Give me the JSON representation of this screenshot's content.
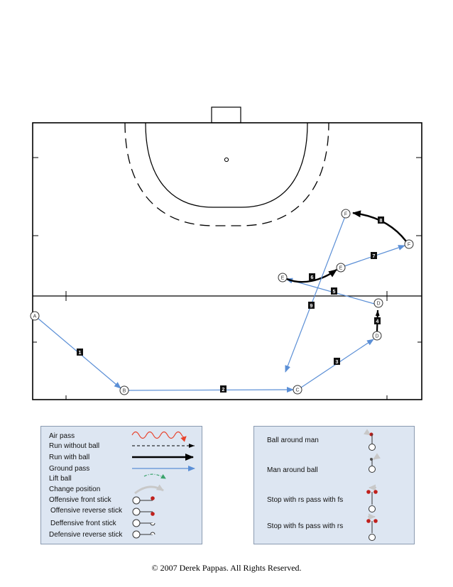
{
  "players": [
    {
      "id": "A1",
      "label": "A"
    },
    {
      "id": "B1",
      "label": "B"
    },
    {
      "id": "C1",
      "label": "C"
    },
    {
      "id": "D1",
      "label": "D"
    },
    {
      "id": "D2",
      "label": "D"
    },
    {
      "id": "E1",
      "label": "E"
    },
    {
      "id": "E2",
      "label": "E"
    },
    {
      "id": "F1",
      "label": "F"
    },
    {
      "id": "F2",
      "label": "F"
    }
  ],
  "moves": [
    {
      "step": "1",
      "type": "ground pass"
    },
    {
      "step": "2",
      "type": "ground pass"
    },
    {
      "step": "3",
      "type": "ground pass"
    },
    {
      "step": "4",
      "type": "run with ball"
    },
    {
      "step": "5",
      "type": "ground pass"
    },
    {
      "step": "6",
      "type": "run with ball"
    },
    {
      "step": "7",
      "type": "ground pass"
    },
    {
      "step": "8",
      "type": "run with ball"
    },
    {
      "step": "9",
      "type": "ground pass"
    }
  ],
  "legend_left": [
    {
      "label": "Air pass",
      "symbol": "air-pass"
    },
    {
      "label": "Run without ball",
      "symbol": "run-without-ball"
    },
    {
      "label": "Run with ball",
      "symbol": "run-with-ball"
    },
    {
      "label": "Ground pass",
      "symbol": "ground-pass"
    },
    {
      "label": "Lift ball",
      "symbol": "lift-ball"
    },
    {
      "label": "Change position",
      "symbol": "change-position"
    },
    {
      "label": "Offensive front stick",
      "symbol": "offensive-front-stick"
    },
    {
      "label": "Offensive reverse stick",
      "symbol": "offensive-reverse-stick"
    },
    {
      "label": "Deffensive front stick",
      "symbol": "defensive-front-stick"
    },
    {
      "label": "Defensive reverse stick",
      "symbol": "defensive-reverse-stick"
    }
  ],
  "legend_right": [
    {
      "label": "Ball around man",
      "symbol": "ball-around-man"
    },
    {
      "label": "Man around ball",
      "symbol": "man-around-ball"
    },
    {
      "label": "Stop with rs pass with fs",
      "symbol": "stop-rs-pass-fs"
    },
    {
      "label": "Stop with fs pass with rs",
      "symbol": "stop-fs-pass-rs"
    }
  ],
  "colors": {
    "ground_pass": "#5b8fd6",
    "air_pass": "#e8432d",
    "lift_ball": "#3aa36b",
    "ball_red": "#c0201c",
    "legend_bg": "#dde6f2"
  },
  "copyright": "© 2007 Derek Pappas. All Rights Reserved."
}
